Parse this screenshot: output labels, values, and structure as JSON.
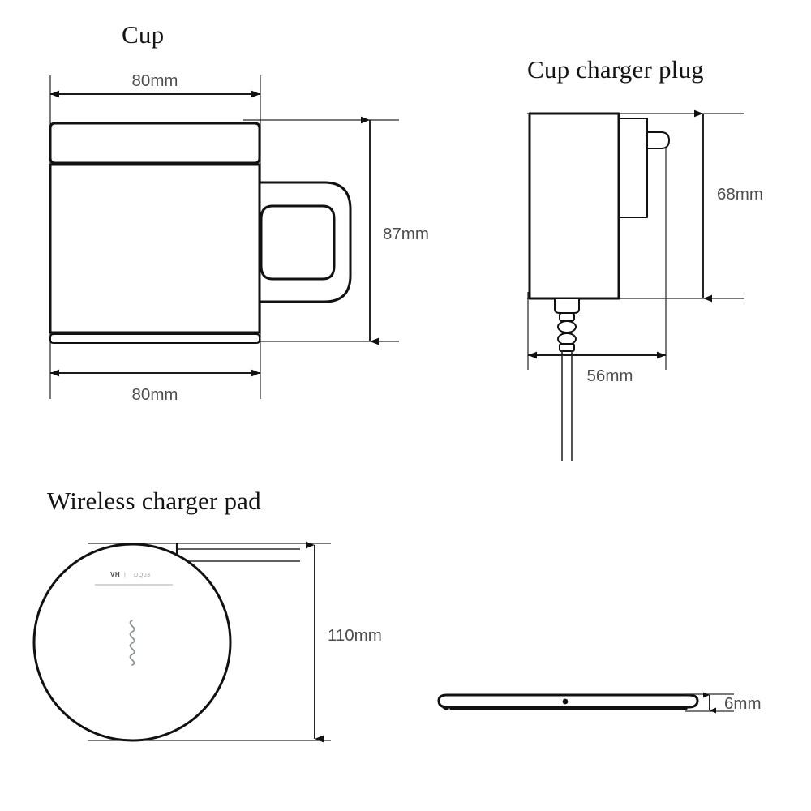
{
  "page": {
    "background_color": "#ffffff",
    "line_color": "#111111",
    "dimension_text_color": "#4d4d4d",
    "title_color": "#141414"
  },
  "sections": {
    "cup": {
      "title": "Cup",
      "dimensions": {
        "top_width": "80mm",
        "bottom_width": "80mm",
        "height": "87mm"
      }
    },
    "plug": {
      "title": "Cup charger plug",
      "dimensions": {
        "height": "68mm",
        "width": "56mm"
      }
    },
    "pad": {
      "title": "Wireless charger pad",
      "dimensions": {
        "diameter": "110mm"
      },
      "logo": {
        "brand": "VH",
        "separator": "|",
        "model": "DQ03"
      }
    },
    "pad_side": {
      "dimensions": {
        "thickness": "6mm"
      }
    }
  },
  "icons": {
    "wireless-coil-icon": "wireless-coil",
    "led-indicator-dot": "led-dot",
    "arrow-head": "arrow"
  }
}
